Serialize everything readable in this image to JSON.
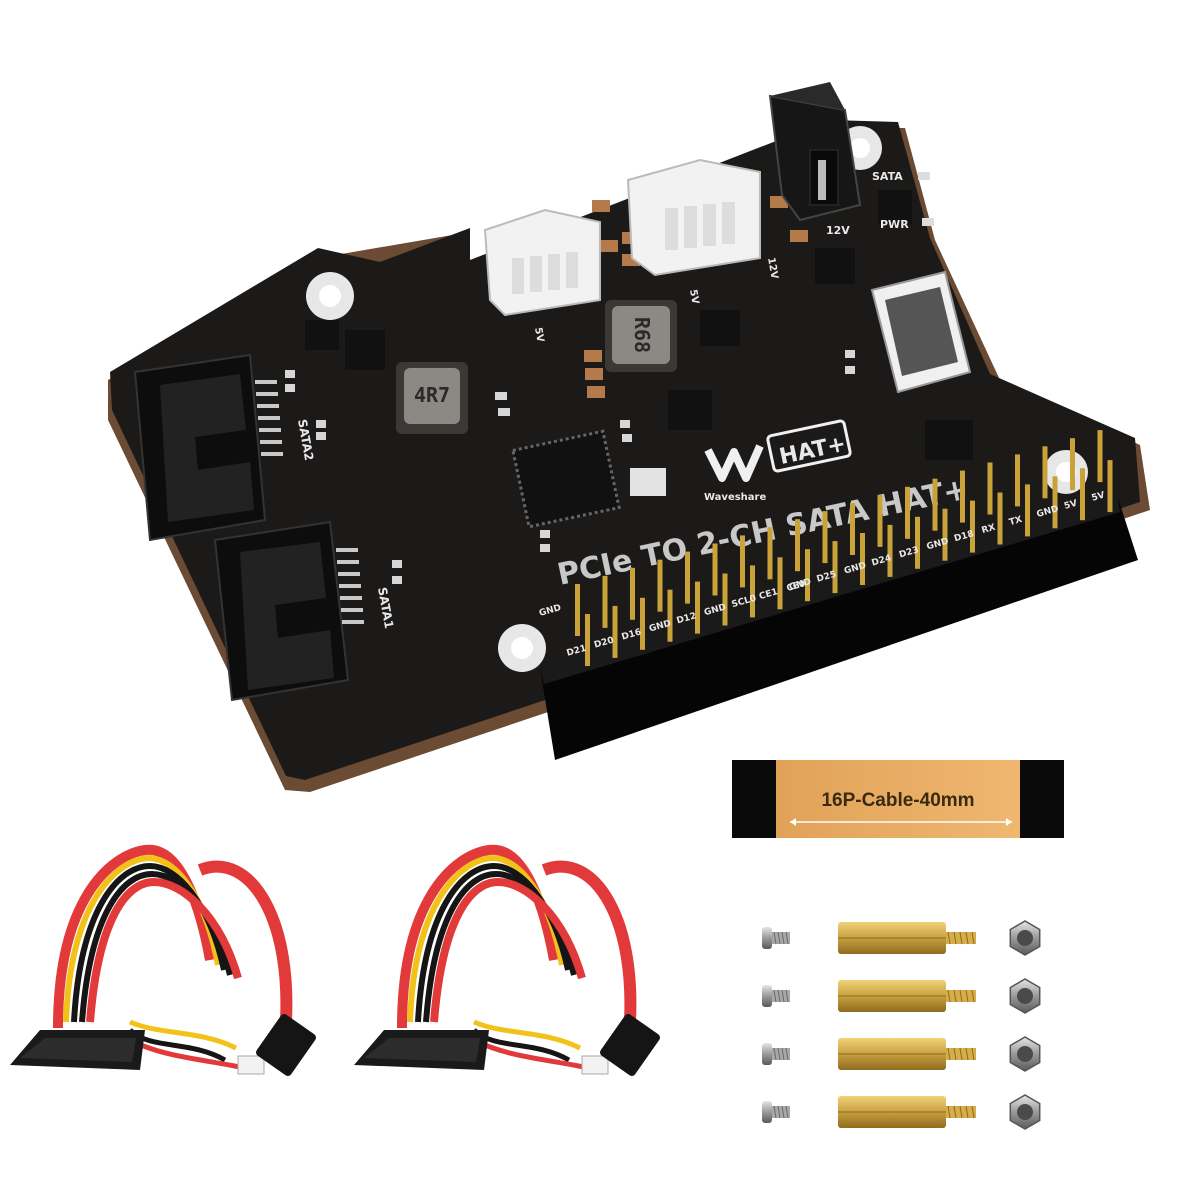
{
  "board": {
    "brand": "Waveshare",
    "hat_badge": "HAT+",
    "title": "PCIe TO 2-CH SATA HAT+",
    "inductor_left": "4R7",
    "inductor_right": "R68",
    "connectors": {
      "sata1": "SATA1",
      "sata2": "SATA2",
      "sata_led": "SATA",
      "pwr": "PWR",
      "v12_a": "12V",
      "v12_b": "12V",
      "v5": "5V",
      "v5_b": "5V"
    },
    "gpio_top_labels": [
      "GND",
      "D25",
      "GND",
      "D24",
      "D23",
      "GND",
      "D18",
      "RX",
      "TX",
      "GND",
      "5V",
      "5V"
    ],
    "gpio_bottom_labels": [
      "GND",
      "D21",
      "D20",
      "D16",
      "GND",
      "D12",
      "GND",
      "SCL0",
      "CE1",
      "CE0"
    ],
    "colors": {
      "pcb": "#1c1a19",
      "header_pins": "#c9a23a",
      "sata_cable_red": "#e23a3a",
      "sata_cable_yellow": "#f2c21a",
      "brass": "#c9a040"
    }
  },
  "accessories": {
    "ffc_cable_label": "16P-Cable-40mm",
    "sata_cables_count": 2,
    "screws_count": 4,
    "standoffs_count": 4,
    "nuts_count": 4
  }
}
